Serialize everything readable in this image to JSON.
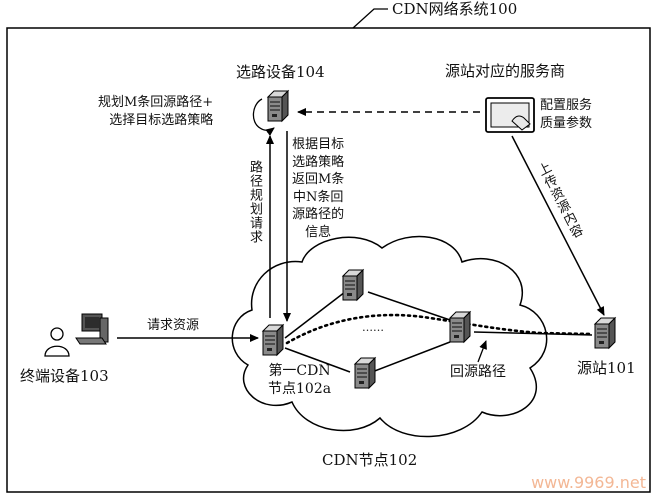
{
  "system_label": "CDN网络系统100",
  "routing_device_label": "选路设备104",
  "routing_note": "规划M条回源路径+\n选择目标选路策略",
  "provider_label": "源站对应的服务商",
  "config_label": "配置服务\n质量参数",
  "route_request_label": "路径规划请求",
  "return_info_label": "根据目标\n选路策略\n返回M条\n中N条回\n源路径的\n信息",
  "upload_label": "上传资源内容",
  "terminal_label": "终端设备103",
  "request_resource_label": "请求资源",
  "first_cdn_label": "第一CDN\n节点102a",
  "dots_label": "……",
  "origin_path_label": "回源路径",
  "origin_label": "源站101",
  "cdn_nodes_label": "CDN节点102",
  "watermark": "www.9969.net"
}
